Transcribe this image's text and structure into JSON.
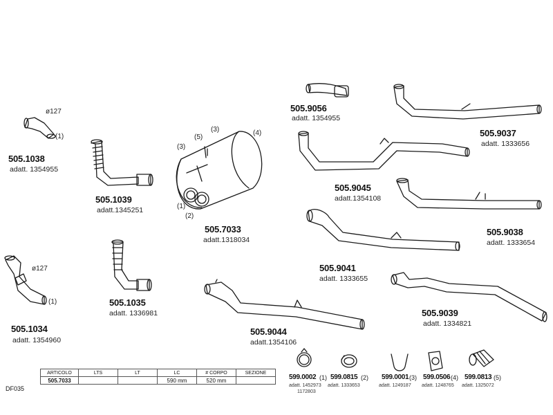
{
  "parts": {
    "p1038": {
      "code": "505.1038",
      "ref": "adatt. 1354955",
      "dia": "ø127",
      "call": "(1)"
    },
    "p1039": {
      "code": "505.1039",
      "ref": "adatt.1345251"
    },
    "p1034": {
      "code": "505.1034",
      "ref": "adatt. 1354960",
      "dia": "ø127",
      "call": "(1)"
    },
    "p1035": {
      "code": "505.1035",
      "ref": "adatt. 1336981"
    },
    "p7033": {
      "code": "505.7033",
      "ref": "adatt.1318034",
      "c1": "(1)",
      "c2": "(2)",
      "c3a": "(3)",
      "c5": "(5)",
      "c3b": "(3)",
      "c4": "(4)"
    },
    "p9056": {
      "code": "505.9056",
      "ref": "adatt. 1354955"
    },
    "p9037": {
      "code": "505.9037",
      "ref": "adatt. 1333656"
    },
    "p9045": {
      "code": "505.9045",
      "ref": "adatt.1354108"
    },
    "p9038": {
      "code": "505.9038",
      "ref": "adatt. 1333654"
    },
    "p9041": {
      "code": "505.9041",
      "ref": "adatt. 1333655"
    },
    "p9039": {
      "code": "505.9039",
      "ref": "adatt. 1334821"
    },
    "p9044": {
      "code": "505.9044",
      "ref": "adatt.1354106"
    }
  },
  "small_parts": [
    {
      "code": "599.0002",
      "call": "(1)",
      "ref": "adatt. 1452973",
      "ref2": "1172803"
    },
    {
      "code": "599.0815",
      "call": "(2)",
      "ref": "adatt. 1333653"
    },
    {
      "code": "599.0001",
      "call": "(3)",
      "ref": "adatt. 1249187"
    },
    {
      "code": "599.0506",
      "call": "(4)",
      "ref": "adatt. 1248765"
    },
    {
      "code": "599.0813",
      "call": "(5)",
      "ref": "adatt. 1325072"
    }
  ],
  "table": {
    "headers": [
      "ARTICOLO",
      "LTS",
      "LT",
      "LC",
      "# CORPO",
      "SEZIONE"
    ],
    "values": [
      "505.7033",
      "",
      "",
      "590  mm",
      "520  mm",
      ""
    ]
  },
  "doc_ref": "DF035"
}
